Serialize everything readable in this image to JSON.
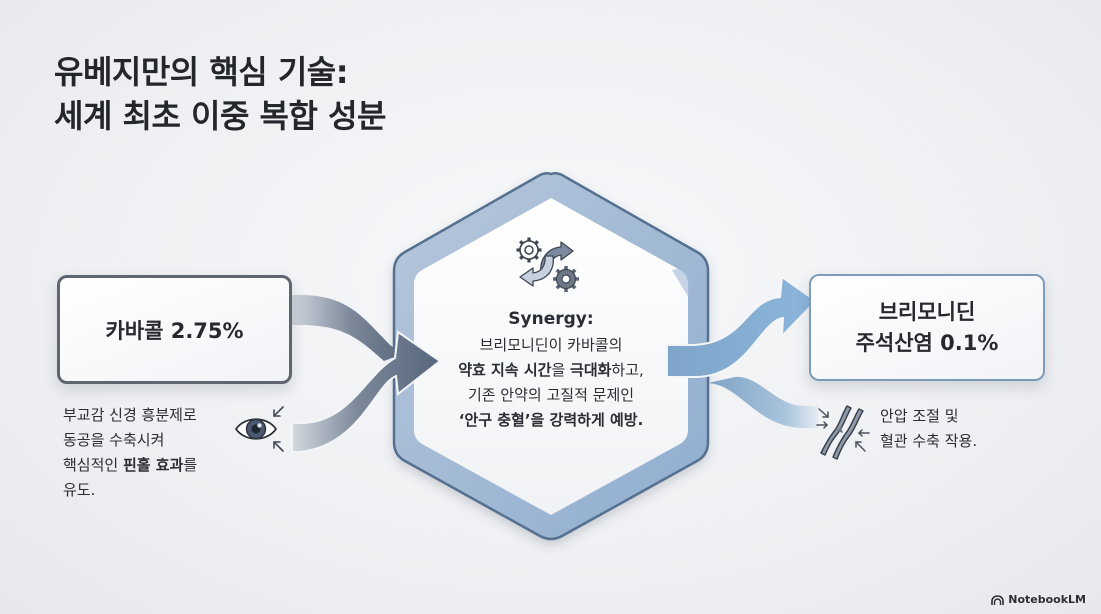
{
  "title": {
    "line1": "유베지만의 핵심 기술:",
    "line2": "세계 최초 이중 복합 성분"
  },
  "left_ingredient": {
    "label": "카바콜 2.75%",
    "description": {
      "line1": "부교감 신경 흥분제로",
      "line2": "동공을 수축시켜",
      "line3_prefix": "핵심적인 ",
      "line3_bold": "핀홀 효과",
      "line3_suffix": "를",
      "line4": "유도."
    },
    "icon": "eye-constriction-icon"
  },
  "center": {
    "heading": "Synergy:",
    "line1": "브리모니딘이 카바콜의",
    "line2_bold": "약효 지속 시간",
    "line2_mid": "을 ",
    "line2_bold2": "극대화",
    "line2_suffix": "하고,",
    "line3": "기존 안약의 고질적 문제인",
    "line4_bold": "‘안구 충혈’",
    "line4_suffix": "을 강력하게 예방.",
    "icon": "gears-exchange-icon"
  },
  "right_ingredient": {
    "label_line1": "브리모니딘",
    "label_line2": "주석산염 0.1%",
    "description": {
      "line1": "안압 조절 및",
      "line2": "혈관 수축 작용."
    },
    "icon": "blood-vessel-constriction-icon"
  },
  "branding": {
    "label": "NotebookLM"
  },
  "colors": {
    "left_flow": "#5d6d82",
    "right_flow": "#7fa9cf",
    "hexagon_border": "#9cb3cf",
    "hexagon_outline": "#56708f",
    "text": "#26292e"
  }
}
